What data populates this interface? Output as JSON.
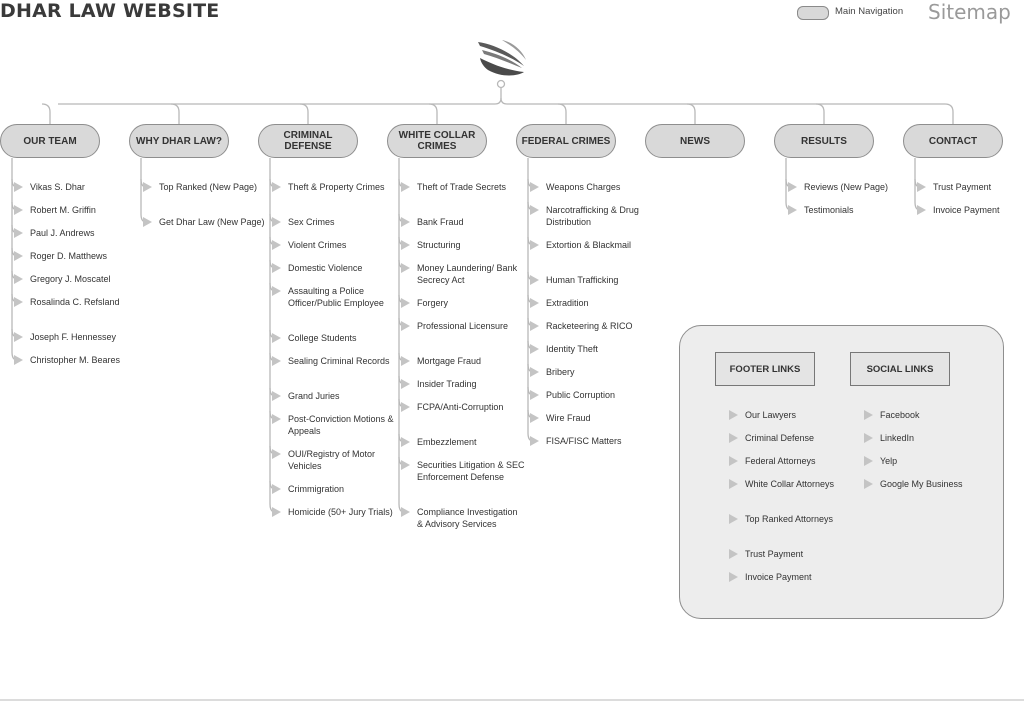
{
  "header": {
    "site_title": "DHAR LAW WEBSITE",
    "legend_label": "Main Navigation",
    "sitemap_label": "Sitemap"
  },
  "colors": {
    "node_fill": "#d9d9d9",
    "node_border": "#8e8e8e",
    "arrow": "#c4c4c4",
    "panel_fill": "#ededed",
    "text": "#333333"
  },
  "logo": {
    "icon": "swoosh-logo-icon"
  },
  "main_nav": [
    {
      "label": "OUR TEAM",
      "children": [
        "Vikas S. Dhar",
        "Robert M. Griffin",
        "Paul J. Andrews",
        "Roger D. Matthews",
        "Gregory J. Moscatel",
        "Rosalinda C. Refsland",
        "Joseph F. Hennessey",
        "Christopher M. Beares"
      ]
    },
    {
      "label": "WHY DHAR LAW?",
      "children": [
        "Top Ranked (New Page)",
        "Get Dhar Law (New Page)"
      ]
    },
    {
      "label": "CRIMINAL DEFENSE",
      "children": [
        "Theft & Property Crimes",
        "Sex Crimes",
        "Violent Crimes",
        "Domestic Violence",
        "Assaulting a Police Officer/Public Employee",
        "College Students",
        "Sealing Criminal Records",
        "Grand Juries",
        "Post-Conviction Motions & Appeals",
        "OUI/Registry of Motor Vehicles",
        "Crimmigration",
        "Homicide (50+ Jury Trials)"
      ]
    },
    {
      "label": "WHITE COLLAR CRIMES",
      "children": [
        "Theft of Trade Secrets",
        "Bank Fraud",
        "Structuring",
        "Money Laundering/ Bank Secrecy Act",
        "Forgery",
        "Professional Licensure",
        "Mortgage Fraud",
        "Insider Trading",
        "FCPA/Anti-Corruption",
        "Embezzlement",
        "Securities Litigation & SEC Enforcement Defense",
        "Compliance Investigation & Advisory Services"
      ]
    },
    {
      "label": "FEDERAL CRIMES",
      "children": [
        "Weapons Charges",
        "Narcotrafficking & Drug Distribution",
        "Extortion & Blackmail",
        "Human Trafficking",
        "Extradition",
        "Racketeering & RICO",
        "Identity Theft",
        "Bribery",
        "Public Corruption",
        "Wire Fraud",
        "FISA/FISC Matters"
      ]
    },
    {
      "label": "NEWS",
      "children": []
    },
    {
      "label": "RESULTS",
      "children": [
        "Reviews (New Page)",
        "Testimonials"
      ]
    },
    {
      "label": "CONTACT",
      "children": [
        "Trust Payment",
        "Invoice Payment"
      ]
    }
  ],
  "footer_groups": [
    {
      "label": "FOOTER LINKS",
      "children": [
        "Our Lawyers",
        "Criminal Defense",
        "Federal Attorneys",
        "White Collar Attorneys",
        "Top Ranked Attorneys",
        "Trust Payment",
        "Invoice Payment"
      ]
    },
    {
      "label": "SOCIAL LINKS",
      "children": [
        "Facebook",
        "LinkedIn",
        "Yelp",
        "Google My Business"
      ]
    }
  ]
}
